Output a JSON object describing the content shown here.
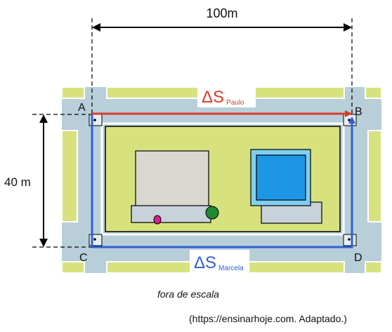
{
  "dimension_top": "100m",
  "dimension_left": "40 m",
  "points": {
    "a": "A",
    "b": "B",
    "c": "C",
    "d": "D"
  },
  "paulo_label": {
    "delta": "ΔS",
    "subscript": "Paulo"
  },
  "marcela_label": {
    "delta": "ΔS",
    "subscript": "Marcela"
  },
  "scale_note": "fora de escala",
  "source": "(https://ensinarhoje.com. Adaptado.)",
  "colors": {
    "street": "#b8cfd9",
    "block": "#d7e27f",
    "paulo_arrow": "#d83a2a",
    "marcela_arrow": "#2f5fd6",
    "pool": "#1e96e6",
    "pool_frame": "#7fd0f0",
    "building": "#d8d8d0",
    "tree": "#1f8a2e",
    "car": "#d8208a"
  }
}
